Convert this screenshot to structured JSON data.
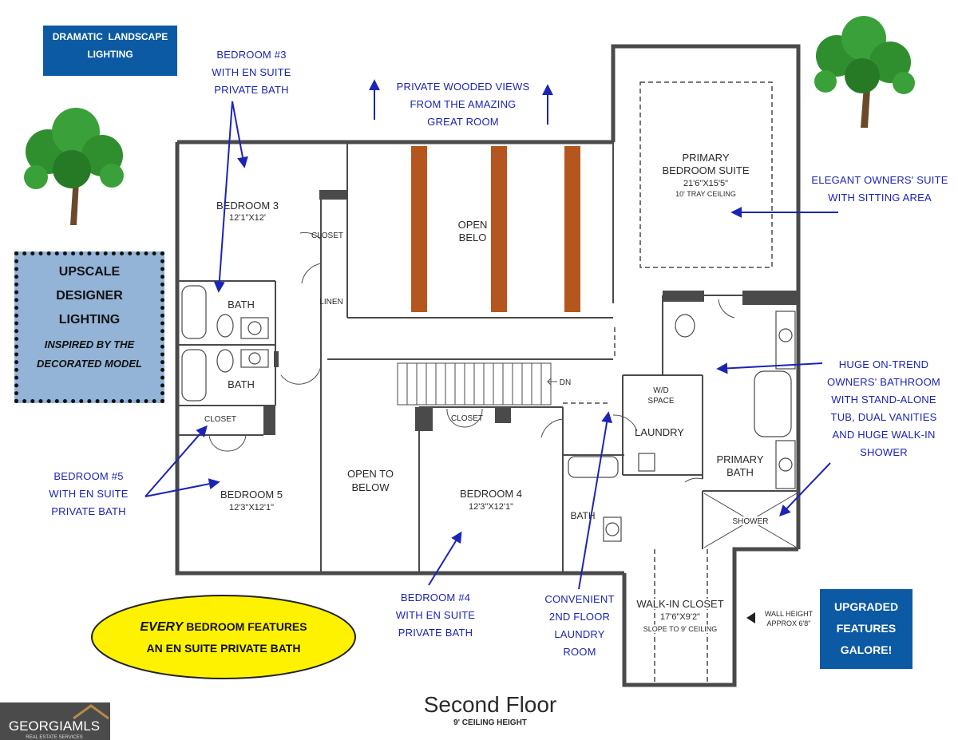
{
  "callouts": {
    "landscape_lighting": [
      "DRAMATIC  LANDSCAPE",
      "LIGHTING"
    ],
    "bedroom3": [
      "BEDROOM #3",
      "WITH EN SUITE",
      "PRIVATE BATH"
    ],
    "wooded_views": [
      "PRIVATE WOODED VIEWS",
      "FROM THE AMAZING",
      "GREAT ROOM"
    ],
    "owners_suite": [
      "ELEGANT OWNERS' SUITE",
      "WITH SITTING AREA"
    ],
    "designer_lighting": [
      "UPSCALE",
      "DESIGNER",
      "LIGHTING"
    ],
    "designer_lighting_sub": [
      "INSPIRED BY THE",
      "DECORATED MODEL"
    ],
    "owners_bath": [
      "HUGE ON-TREND",
      "OWNERS' BATHROOM",
      "WITH STAND-ALONE",
      "TUB, DUAL VANITIES",
      "AND HUGE WALK-IN",
      "SHOWER"
    ],
    "bedroom5": [
      "BEDROOM #5",
      "WITH EN SUITE",
      "PRIVATE BATH"
    ],
    "bedroom4": [
      "BEDROOM #4",
      "WITH EN SUITE",
      "PRIVATE BATH"
    ],
    "laundry": [
      "CONVENIENT",
      "2ND FLOOR",
      "LAUNDRY",
      "ROOM"
    ],
    "every_bedroom_em": "EVERY",
    "every_bedroom_rest": "BEDROOM FEATURES",
    "every_bedroom_line2": "AN EN SUITE PRIVATE BATH",
    "upgraded": [
      "UPGRADED",
      "FEATURES",
      "GALORE!"
    ]
  },
  "rooms": {
    "bedroom3": {
      "name": "BEDROOM 3",
      "size": "12'1\"X12'"
    },
    "closet_b3": "CLOSET",
    "linen": "LINEN",
    "bath_upper": "BATH",
    "bath_lower": "BATH",
    "closet_b5": "CLOSET",
    "bedroom5": {
      "name": "BEDROOM 5",
      "size": "12'3\"X12'1\""
    },
    "open_below_top": [
      "OPEN",
      "BELO"
    ],
    "open_below_mid": [
      "OPEN TO",
      "BELOW"
    ],
    "closet_b4": "CLOSET",
    "bedroom4": {
      "name": "BEDROOM 4",
      "size": "12'3\"X12'1\""
    },
    "bath_b4": "BATH",
    "dn": "DN",
    "wd_space": [
      "W/D",
      "SPACE"
    ],
    "laundry": "LAUNDRY",
    "primary_suite": {
      "name": [
        "PRIMARY",
        "BEDROOM SUITE"
      ],
      "size": "21'6\"X15'5\"",
      "note": "10' TRAY CEILING"
    },
    "primary_bath": [
      "PRIMARY",
      "BATH"
    ],
    "shower": "SHOWER",
    "walkin": {
      "name": "WALK-IN CLOSET",
      "size": "17'6\"X9'2\"",
      "note": "SLOPE TO 9' CEILING"
    },
    "wall_height": [
      "WALL HEIGHT",
      "APPROX 6'8\""
    ]
  },
  "floor": {
    "title": "Second Floor",
    "subtitle": "9' CEILING HEIGHT"
  },
  "logo": {
    "text": "GEORGIAMLS",
    "sub": "REAL ESTATE SERVICES"
  },
  "colors": {
    "callout_text": "#1b24b5",
    "callout_box": "#0b5aa3",
    "lighting_box": "#93b3d7",
    "oval": "#fff200",
    "beam": "#b5561f",
    "wall": "#4a4a4a",
    "tree_green": "#2f8f2f",
    "tree_trunk": "#6b4a2b"
  },
  "icons": [
    "tree-icon",
    "up-arrow-icon",
    "toilet-icon",
    "sink-icon",
    "tub-icon",
    "stairs-icon",
    "triangle-pointer-icon",
    "roof-logo-icon"
  ]
}
